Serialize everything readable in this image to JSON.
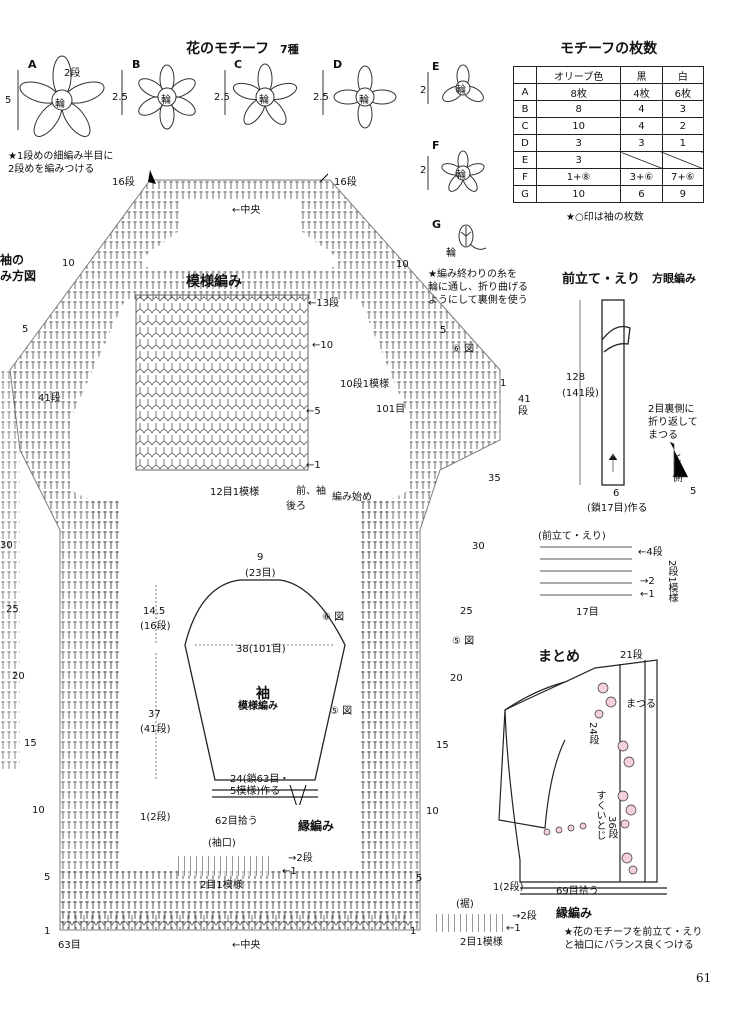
{
  "motifs": {
    "title": "花のモチーフ",
    "kinds": "7種",
    "items": [
      {
        "letter": "A",
        "rows": "2段",
        "size": "5",
        "center": "輪"
      },
      {
        "letter": "B",
        "size": "2.5",
        "center": "輪"
      },
      {
        "letter": "C",
        "size": "2.5",
        "center": "輪"
      },
      {
        "letter": "D",
        "size": "2.5",
        "center": "輪"
      },
      {
        "letter": "E",
        "size": "2",
        "center": "輪"
      },
      {
        "letter": "F",
        "size": "2",
        "center": "輪"
      },
      {
        "letter": "G",
        "center": "輪"
      }
    ],
    "note_a": "★1段めの細編み半目に\n2段めを編みつける",
    "note_g": "★編み終わりの糸を\n輪に通し、折り曲げる\nようにして裏側を使う"
  },
  "count": {
    "title": "モチーフの枚数",
    "headers": [
      "",
      "オリーブ色",
      "黒",
      "白"
    ],
    "rows": [
      [
        "A",
        "8枚",
        "4枚",
        "6枚"
      ],
      [
        "B",
        "8",
        "4",
        "3"
      ],
      [
        "C",
        "10",
        "4",
        "2"
      ],
      [
        "D",
        "3",
        "3",
        "1"
      ],
      [
        "E",
        "3",
        "",
        ""
      ],
      [
        "F",
        "1+⑧",
        "3+⑥",
        "7+⑥"
      ],
      [
        "G",
        "10",
        "6",
        "9"
      ]
    ],
    "note": "★○印は袖の枚数"
  },
  "body_chart": {
    "title": "模様編み",
    "center": "中央",
    "top_left_rows": "16段",
    "top_right_rows": "16段",
    "row13": "13段",
    "r10": "10",
    "r5": "5",
    "r1": "1",
    "repeat_rows": "10段1模様",
    "st101": "101目",
    "st12": "12目1模様",
    "start_a": "前、袖",
    "start_b": "後ろ",
    "start_note": "編み始め",
    "fig6": "⑥ 図",
    "fig5": "⑤ 図",
    "left_labels": [
      "10",
      "5",
      "41段",
      "30",
      "25",
      "20",
      "15",
      "10",
      "5",
      "1"
    ],
    "right_labels": [
      "10",
      "5",
      "1",
      "41",
      "段",
      "35",
      "30",
      "25",
      "20",
      "15",
      "10",
      "5",
      "1"
    ],
    "bottom_st": "63目",
    "sleeve_side_title": "袖の\nみ方図"
  },
  "sleeve": {
    "top_cm": "9",
    "top_st": "(23目)",
    "cap_cm": "14.5",
    "cap_rows": "(16段)",
    "width": "38(101目)",
    "title": "袖",
    "pattern": "模様編み",
    "len_cm": "37",
    "len_rows": "(41段)",
    "cuff_a": "24(鎖63目・",
    "cuff_b": "5模様)作る",
    "edge_rows": "1(2段)",
    "pick": "62目拾う",
    "edge_title": "縁編み",
    "fig6": "⑥ 図",
    "fig5": "⑤ 図",
    "cuff_label": "(袖口)",
    "r2": "2段",
    "r1": "1",
    "repeat": "2目1模様"
  },
  "band": {
    "title": "前立て・えり",
    "subtitle": "方眼編み",
    "length_cm": "128",
    "length_rows": "(141段)",
    "width_cm": "6",
    "chain": "(鎖17目)作る",
    "fold_note": "2目裏側に\n折り返して\nまつる",
    "side": "とじ側",
    "five": "5",
    "mini_label": "(前立て・えり)",
    "mini_rows": "4段",
    "mini_2": "2",
    "mini_1": "1",
    "mini_repeat": "2段1模様",
    "mini_st": "17目"
  },
  "assembly": {
    "title": "まとめ",
    "r21": "21段",
    "sew": "まつる",
    "r24": "24段",
    "r36": "36段",
    "join": "すくいとじ",
    "edge_rows": "1(2段)",
    "pick": "69目拾う",
    "edge_title": "縁編み",
    "hem_label": "(裾)",
    "hem_r2": "2段",
    "hem_r1": "1",
    "hem_repeat": "2目1模様",
    "note": "★花のモチーフを前立て・えり\nと袖口にバランス良くつける"
  },
  "page_number": "61"
}
